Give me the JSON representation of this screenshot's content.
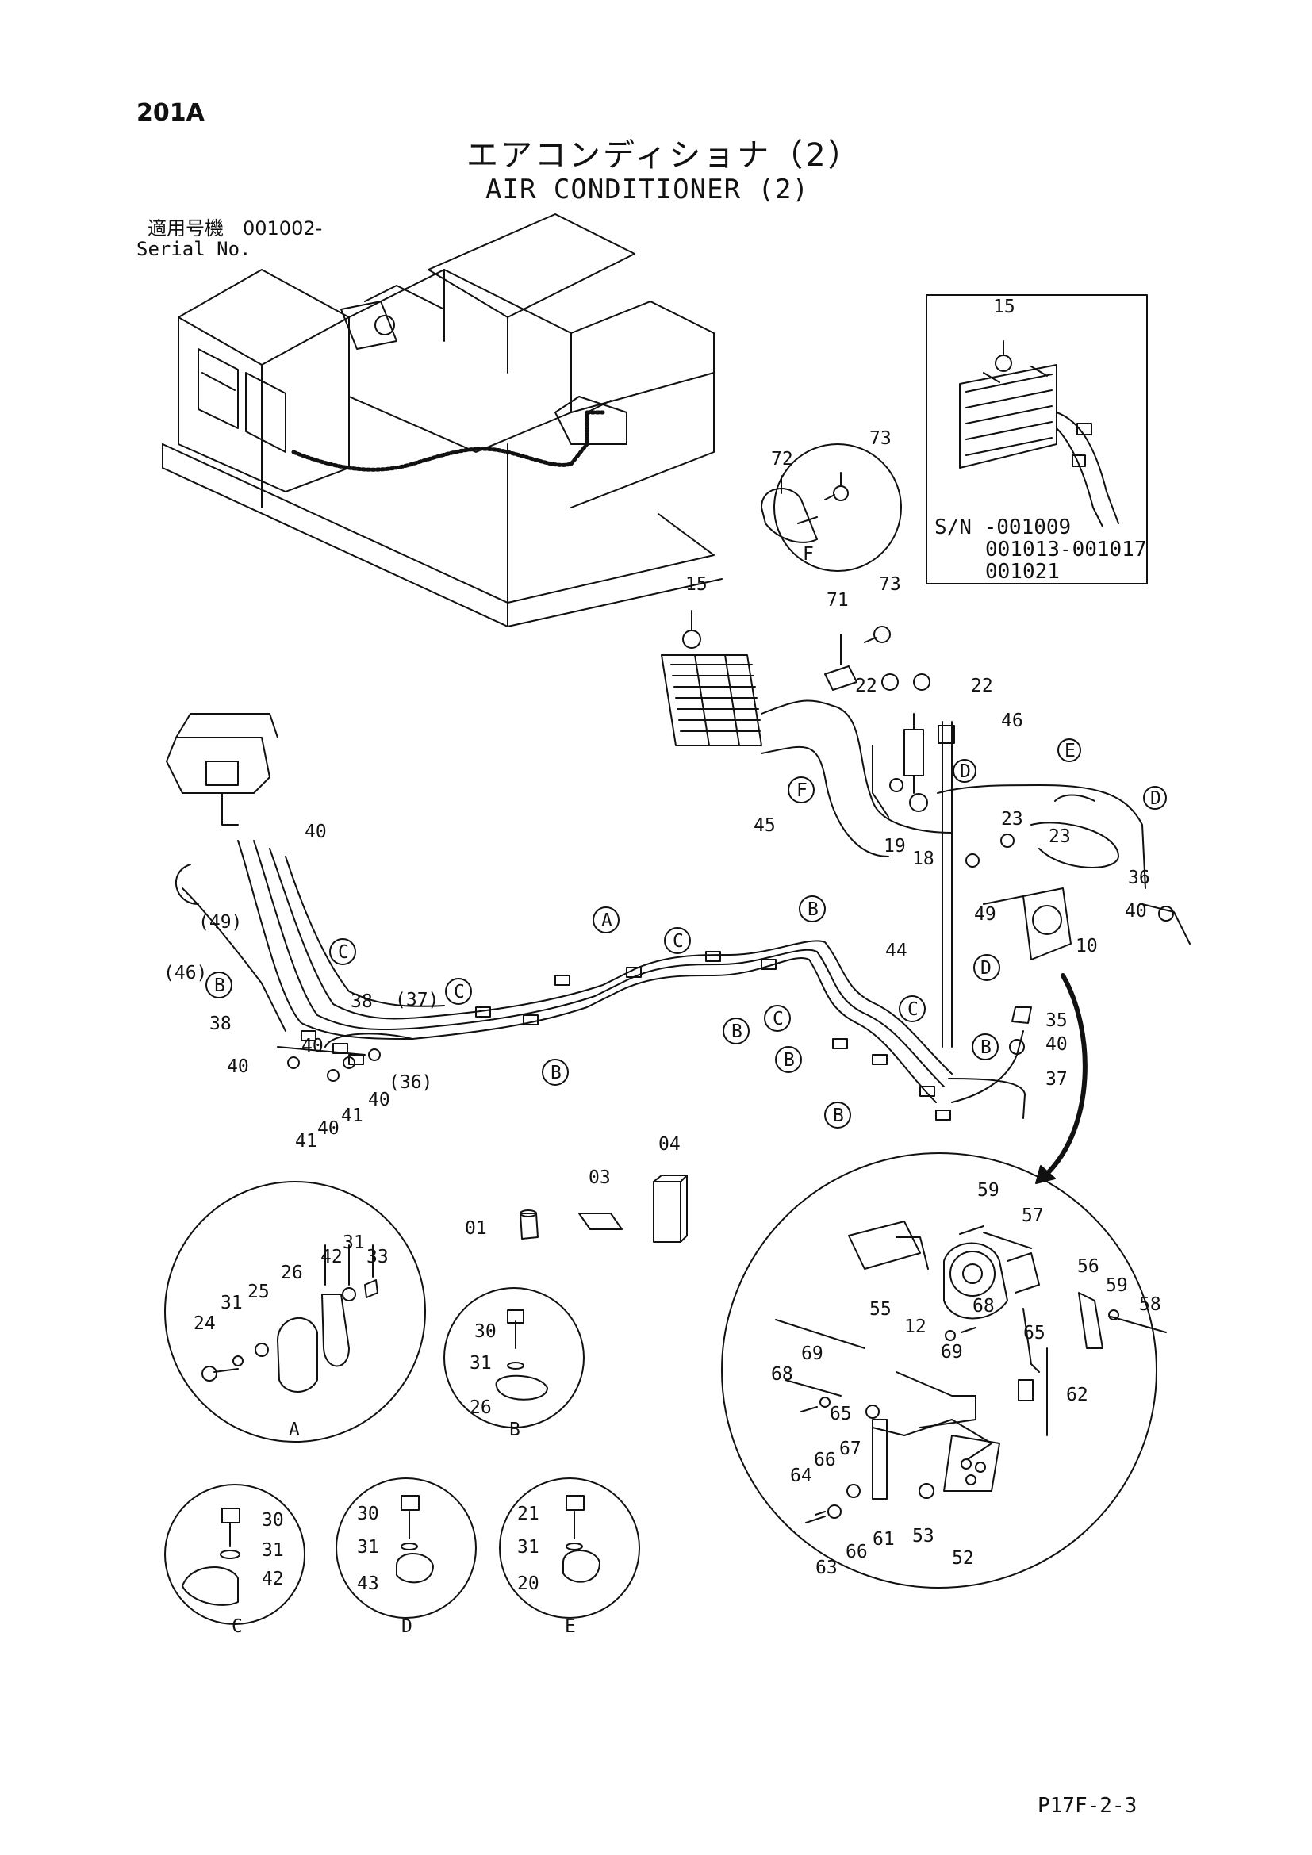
{
  "header": {
    "page_number": "201A",
    "title_ja": "エアコンディショナ（2）",
    "title_en": "AIR CONDITIONER (2)",
    "serial_label_ja": "適用号機　001002-",
    "serial_label_en": "Serial No."
  },
  "inset": {
    "serial_lines": [
      "S/N -001009",
      "001013-001017",
      "001021"
    ]
  },
  "footer": {
    "page_ref": "P17F-2-3"
  },
  "callouts": [
    "01",
    "03",
    "04",
    "10",
    "12",
    "15",
    "18",
    "19",
    "20",
    "21",
    "22",
    "23",
    "24",
    "25",
    "26",
    "30",
    "31",
    "33",
    "35",
    "36",
    "37",
    "38",
    "40",
    "41",
    "42",
    "43",
    "44",
    "45",
    "46",
    "49",
    "52",
    "53",
    "55",
    "56",
    "57",
    "58",
    "59",
    "61",
    "62",
    "63",
    "64",
    "65",
    "66",
    "67",
    "68",
    "69",
    "71",
    "72",
    "73",
    "(36)",
    "(37)",
    "(46)",
    "(49)"
  ],
  "detail_letters": [
    "A",
    "B",
    "C",
    "D",
    "E",
    "F"
  ],
  "colors": {
    "line": "#111111",
    "paper": "#ffffff"
  }
}
